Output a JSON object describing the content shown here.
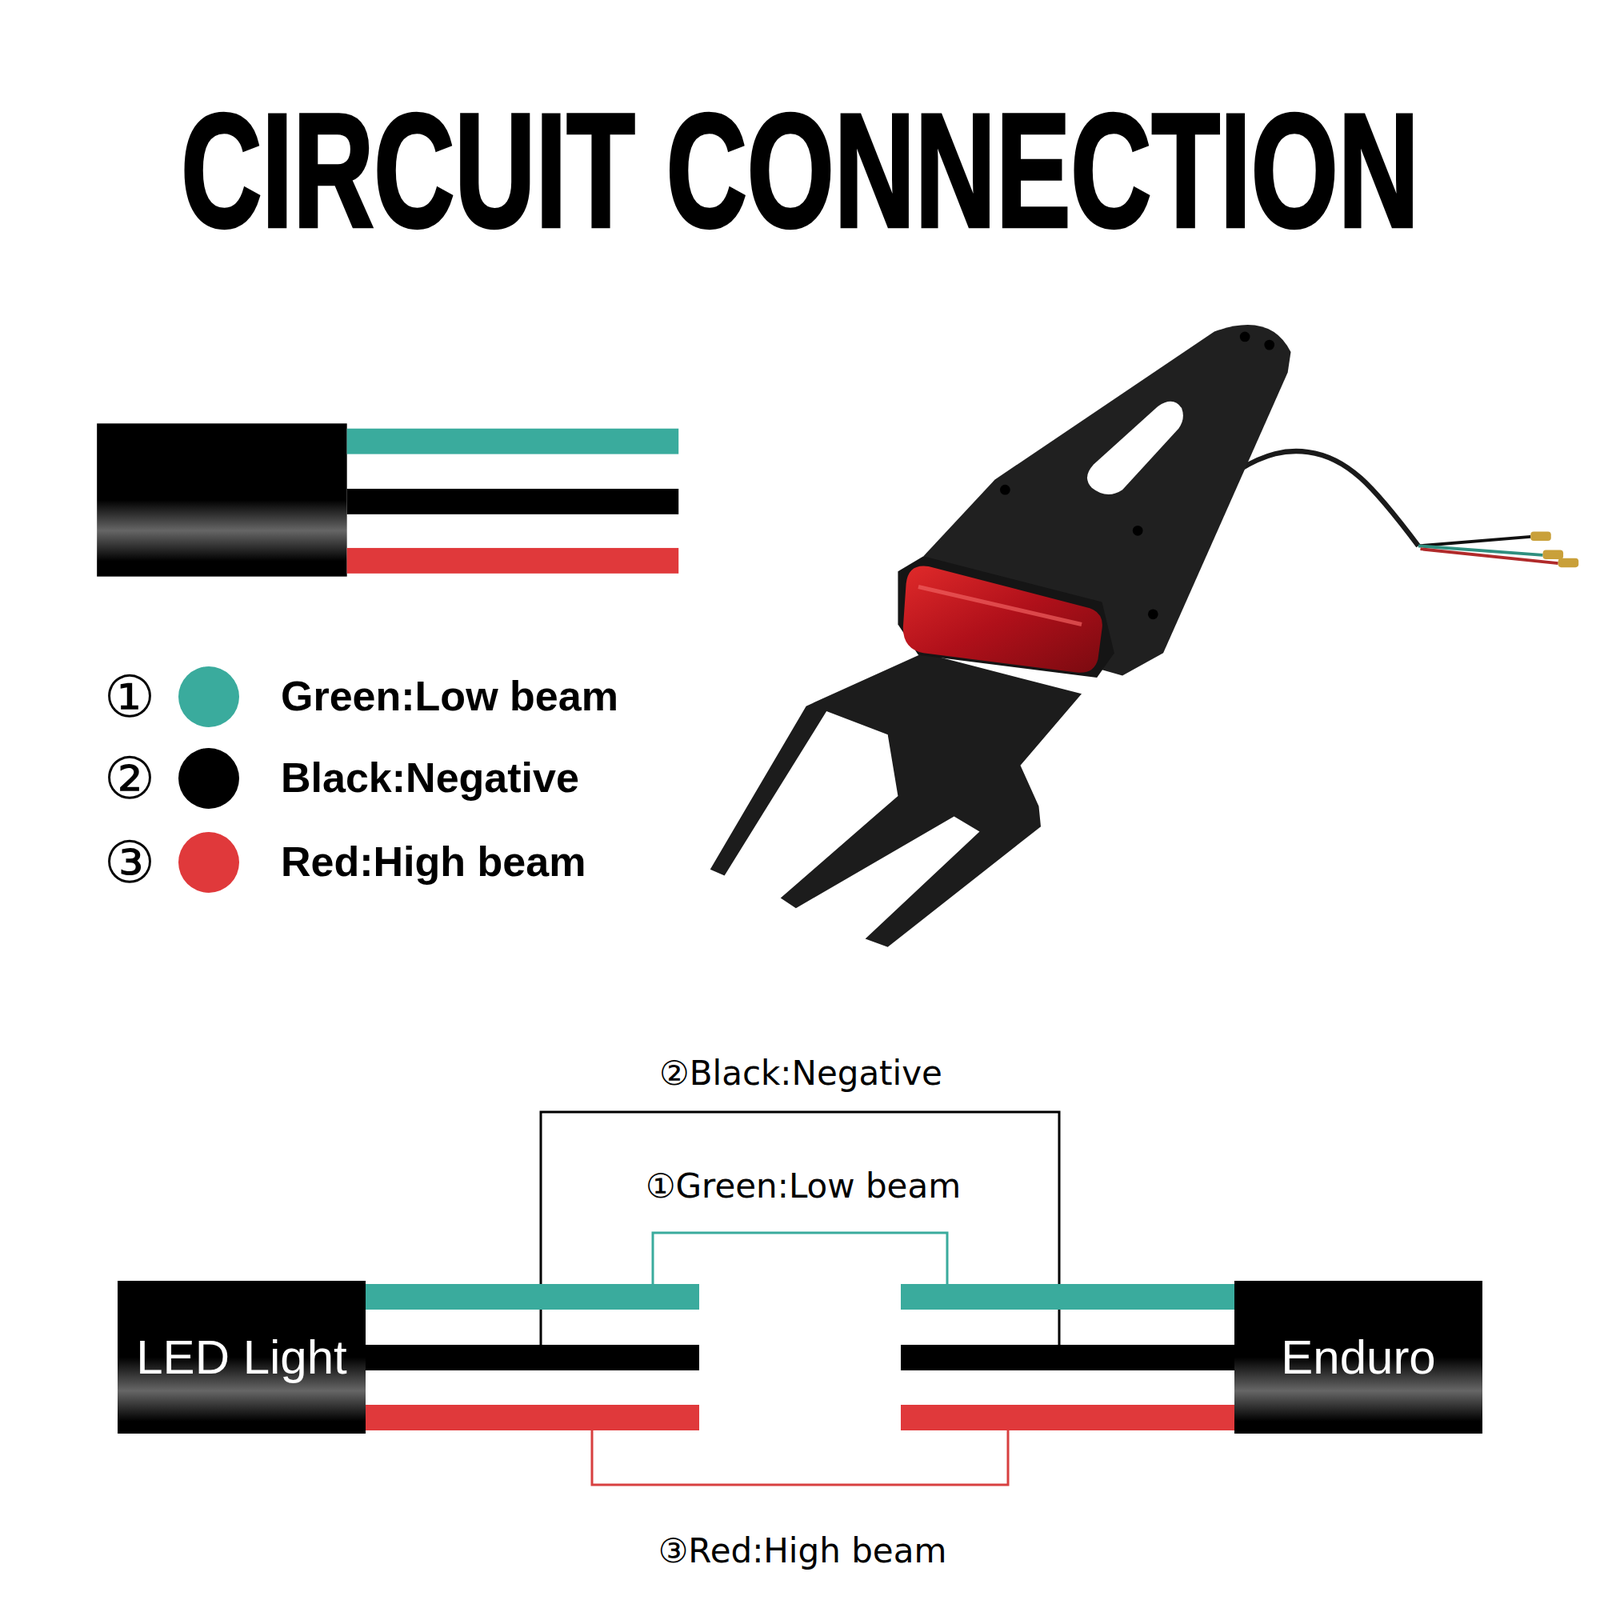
{
  "diagram": {
    "title": "CIRCUIT CONNECTION",
    "nodes": [
      {
        "text": [
          "LED Light"
        ]
      },
      {
        "text": [
          "Enduro"
        ]
      }
    ],
    "edges": [
      {
        "from": 0,
        "to": 1,
        "arrow": "none",
        "label": "②Black:Negative"
      },
      {
        "from": 0,
        "to": 1,
        "arrow": "none",
        "label": "①Green:Low beam"
      },
      {
        "from": 0,
        "to": 1,
        "arrow": "none",
        "label": "③Red:High beam"
      }
    ],
    "labels": [
      "①",
      "②",
      "③"
    ],
    "legend": [
      {
        "text": "Green:Low beam",
        "color": "#3aab9d"
      },
      {
        "text": "Black:Negative",
        "color": "#000000"
      },
      {
        "text": "Red:High beam",
        "color": "#e0393b"
      }
    ]
  }
}
